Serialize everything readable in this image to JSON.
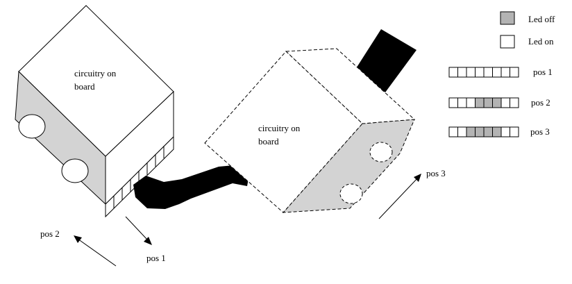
{
  "legend": {
    "led_off_label": "Led off",
    "led_on_label": "Led on",
    "led_off_color": "#b3b3b3",
    "led_on_color": "#ffffff"
  },
  "led_rows": [
    {
      "label": "pos 1",
      "states": [
        "on",
        "on",
        "on",
        "on",
        "on",
        "on",
        "on",
        "on"
      ]
    },
    {
      "label": "pos 2",
      "states": [
        "on",
        "on",
        "on",
        "off",
        "off",
        "off",
        "on",
        "on"
      ]
    },
    {
      "label": "pos 3",
      "states": [
        "on",
        "on",
        "off",
        "off",
        "off",
        "off",
        "on",
        "on"
      ]
    }
  ],
  "robot_left": {
    "line1": "circuitry on",
    "line2": "board",
    "side_color": "#d3d3d3"
  },
  "robot_right": {
    "line1": "circuitry on",
    "line2": "board",
    "side_color": "#d3d3d3"
  },
  "arrows": {
    "pos1_label": "pos 1",
    "pos2_label": "pos 2",
    "pos3_label": "pos 3"
  }
}
